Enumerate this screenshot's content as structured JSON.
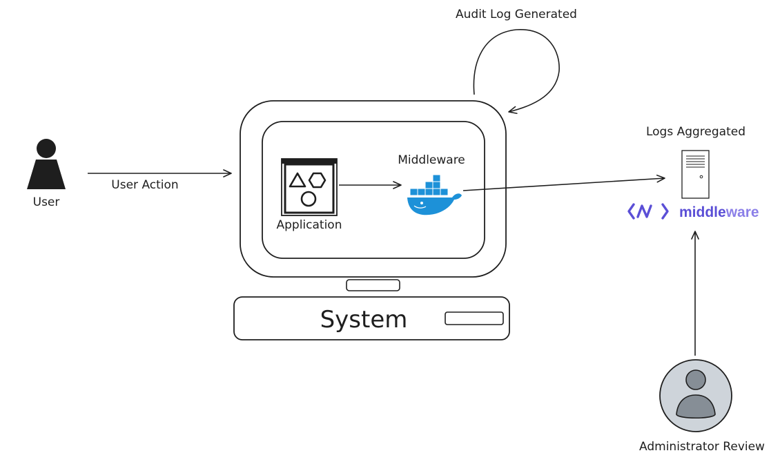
{
  "labels": {
    "user": "User",
    "user_action": "User Action",
    "audit_log": "Audit Log Generated",
    "middleware": "Middleware",
    "application": "Application",
    "system": "System",
    "logs_aggregated": "Logs Aggregated",
    "admin_review": "Administrator Review"
  },
  "brand": {
    "logo_glyph": "⟨⟨/⟩",
    "name_part1": "middle",
    "name_part2": "ware",
    "color_dark": "#5b4fd6",
    "color_light": "#8b7fe8"
  },
  "colors": {
    "ink": "#1e1e1e",
    "docker_blue": "#1d91d8",
    "admin_fill": "#ced4da",
    "admin_inner": "#868e96"
  },
  "icons": {
    "user": "user-silhouette-icon",
    "application": "application-shapes-icon",
    "middleware": "docker-whale-icon",
    "server": "server-tower-icon",
    "admin": "admin-avatar-icon",
    "logo": "middleware-logo-icon"
  }
}
